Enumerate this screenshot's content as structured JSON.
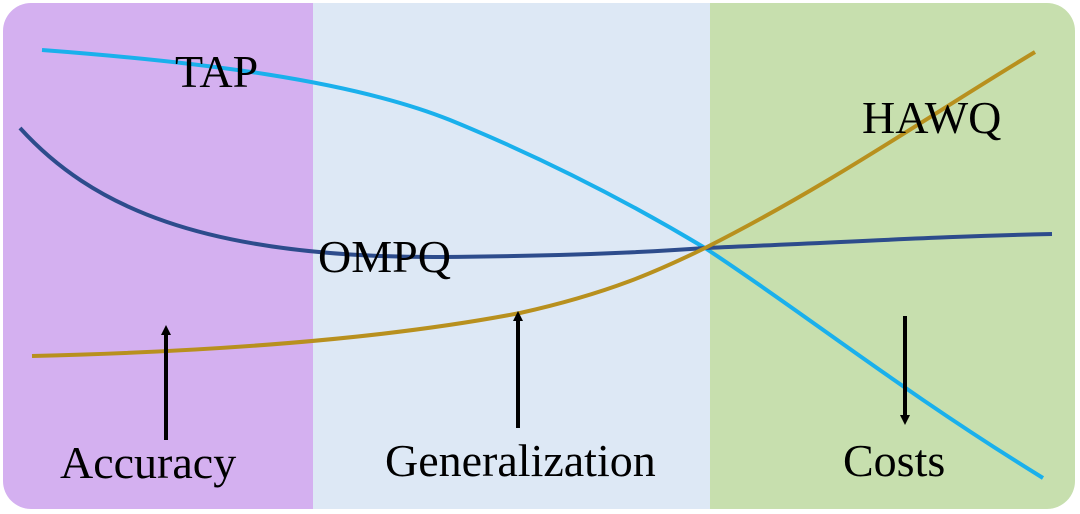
{
  "colors": {
    "accuracy_zone": "#d4b0f0",
    "generalization_zone": "#dde8f5",
    "costs_zone": "#c7dfae",
    "tap_curve": "#1ab0ec",
    "ompq_curve": "#2d4c8c",
    "hawq_curve": "#b8901e",
    "arrow": "#000000"
  },
  "curves": {
    "tap": "TAP",
    "ompq": "OMPQ",
    "hawq": "HAWQ"
  },
  "regions": {
    "accuracy": "Accuracy",
    "generalization": "Generalization",
    "costs": "Costs"
  },
  "arrows": {
    "accuracy": "up",
    "generalization": "up",
    "costs": "down"
  }
}
